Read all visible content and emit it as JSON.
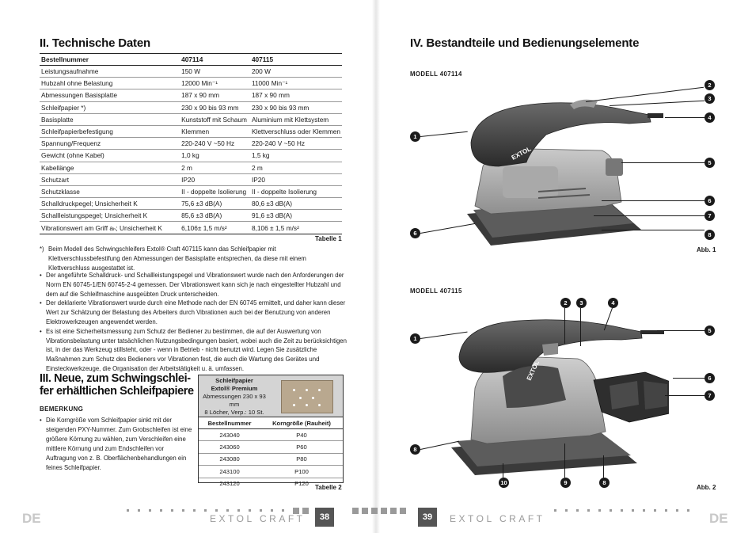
{
  "left": {
    "section_title": "II. Technische Daten",
    "spec_table": {
      "headers": [
        "Bestellnummer",
        "407114",
        "407115"
      ],
      "rows": [
        [
          "Leistungsaufnahme",
          "150 W",
          "200 W"
        ],
        [
          "Hubzahl ohne Belastung",
          "12000 Min⁻¹",
          "11000 Min⁻¹"
        ],
        [
          "Abmessungen Basisplatte",
          "187 x 90 mm",
          "187 x 90 mm"
        ],
        [
          "Schleifpapier *)",
          "230 x 90 bis 93 mm",
          "230 x 90 bis 93 mm"
        ],
        [
          "Basisplatte",
          "Kunststoff mit Schaum",
          "Aluminium mit Klettsystem"
        ],
        [
          "Schleifpapierbefestigung",
          "Klemmen",
          "Klettverschluss oder Klemmen"
        ],
        [
          "Spannung/Frequenz",
          "220-240 V ~50 Hz",
          "220-240 V ~50 Hz"
        ],
        [
          "Gewicht (ohne Kabel)",
          "1,0 kg",
          "1,5 kg"
        ],
        [
          "Kabellänge",
          "2 m",
          "2 m"
        ],
        [
          "Schutzart",
          "IP20",
          "IP20"
        ],
        [
          "Schutzklasse",
          "II - doppelte Isolierung",
          "II - doppelte Isolierung"
        ],
        [
          "Schalldruckpegel; Unsicherheit K",
          "75,6 ±3 dB(A)",
          "80,6 ±3 dB(A)"
        ],
        [
          "Schallleistungspegel; Unsicherheit K",
          "85,6 ±3 dB(A)",
          "91,6 ±3 dB(A)"
        ],
        [
          "Vibrationswert am Griff aₕ; Unsicherheit K",
          "6,106± 1,5 m/s²",
          "8,106 ± 1,5 m/s²"
        ]
      ],
      "caption": "Tabelle 1"
    },
    "footnote_mark": "*)",
    "footnote": "Beim Modell des Schwingschleifers Extol® Craft 407115 kann das Schleifpapier mit Klettverschlussbefestifung den Abmessungen der Basisplatte entsprechen, da diese mit einem Klettverschluss ausgestattet ist.",
    "bullets": [
      "Der angeführte Schalldruck- und Schallleistungspegel und Vibrationswert wurde nach den Anforderungen der Norm EN 60745-1/EN 60745-2-4 gemessen. Der Vibrationswert kann sich je nach eingestellter Hubzahl und dem auf die Schleifmaschine ausgeübten Druck unterscheiden.",
      "Der deklarierte Vibrationswert wurde durch eine Methode nach der EN 60745 ermittelt, und daher kann dieser Wert zur Schätzung der  Belastung des Arbeiters durch Vibrationen auch bei der Benutzung von anderen Elektrowerkzeugen angewendet werden.",
      "Es ist eine Sicherheitsmessung zum Schutz der Bediener zu bestimmen, die auf der Auswertung von Vibrationsbelastung unter tatsächlichen Nutzungsbedingungen basiert, wobei auch die Zeit zu berücksichtigen ist, in der das Werkzeug stillsteht, oder - wenn in Betrieb - nicht benutzt wird. Legen Sie zusätzliche Maßnahmen zum Schutz des Bedieners vor Vibrationen fest, die auch die Wartung des Gerätes und Einsteckwerkzeuge, die Organisation der Arbeitstätigkeit u. ä. umfassen."
    ],
    "section3_title": "III. Neue, zum Schwingschleifer erhältlichen Schleifpapiere",
    "section3_line1": "III. Neue, zum Schwingschlei-",
    "section3_line2": "fer erhältlichen Schleifpapiere",
    "bemerkung_label": "BEMERKUNG",
    "bemerkung_text": "Die Korngröße vom Schleifpapier sinkt mit der steigenden PXY-Nummer. Zum Grobschleifen ist eine größere Körnung zu wählen, zum Verschleifen eine mittlere Körnung und zum Endschleifen vor Auftragung von z. B. Oberflächenbehandlungen ein feines Schleifpapier.",
    "paper": {
      "head_line1": "Schleifpapier",
      "head_line2": "Extol® Premium",
      "head_line3": "Abmessungen 230 x 93 mm",
      "head_line4": "8 Löcher, Verp.: 10 St.",
      "col_headers": [
        "Bestellnummer",
        "Korngröße (Rauheit)"
      ],
      "rows": [
        [
          "243040",
          "P40"
        ],
        [
          "243060",
          "P60"
        ],
        [
          "243080",
          "P80"
        ],
        [
          "243100",
          "P100"
        ],
        [
          "243120",
          "P120"
        ]
      ],
      "caption": "Tabelle 2"
    },
    "page_number": "38",
    "lang": "DE",
    "brand": "EXTOL CRAFT"
  },
  "right": {
    "section_title": "IV. Bestandteile und Bedienungselemente",
    "model1": "MODELL 407114",
    "model2": "MODELL 407115",
    "abb1": "Abb. 1",
    "abb2": "Abb. 2",
    "callouts_fig1": [
      "1",
      "2",
      "3",
      "4",
      "5",
      "6",
      "7",
      "8",
      "6"
    ],
    "callouts_fig2": [
      "1",
      "2",
      "3",
      "4",
      "5",
      "6",
      "7",
      "8",
      "10",
      "9",
      "8"
    ],
    "page_number": "39",
    "lang": "DE",
    "brand": "EXTOL CRAFT",
    "tool_logo": "EXTOL"
  }
}
